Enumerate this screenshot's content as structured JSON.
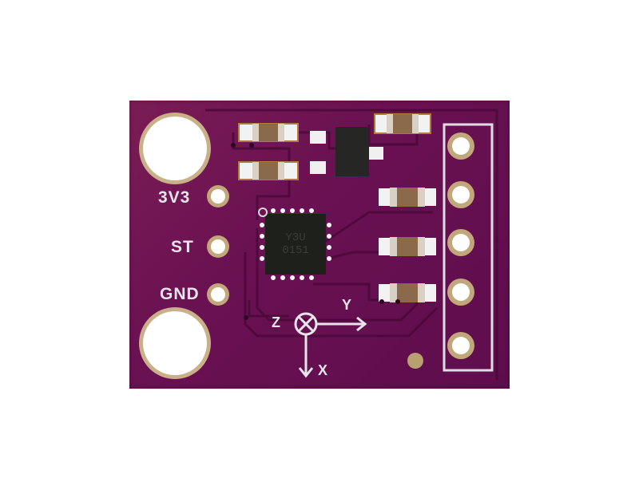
{
  "image": {
    "subject": "Purple accelerometer breakout board (PCB)",
    "background_color": "#ffffff",
    "board_color": "#6a1152"
  },
  "labels": {
    "pin_3v3": "3V3",
    "pin_st": "ST",
    "pin_gnd": "GND"
  },
  "chip": {
    "line1": "Y3U",
    "line2": "0151"
  },
  "axes": {
    "z": "Z",
    "y": "Y",
    "x": "X"
  },
  "header": {
    "pin_count": 5
  }
}
